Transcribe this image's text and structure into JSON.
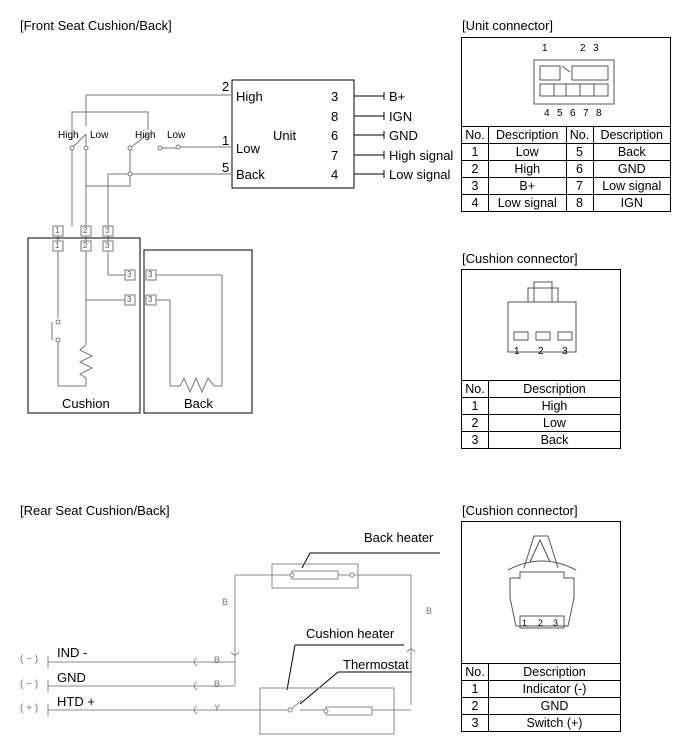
{
  "front": {
    "title": "[Front Seat Cushion/Back]",
    "unit": {
      "label": "Unit",
      "left_pins": [
        {
          "num": "2",
          "name": "High"
        },
        {
          "num": "1",
          "name": "Low"
        },
        {
          "num": "5",
          "name": "Back"
        }
      ],
      "right_pins": [
        {
          "num": "3",
          "signal": "B+"
        },
        {
          "num": "8",
          "signal": "IGN"
        },
        {
          "num": "6",
          "signal": "GND"
        },
        {
          "num": "7",
          "signal": "High signal"
        },
        {
          "num": "4",
          "signal": "Low signal"
        }
      ]
    },
    "switches": [
      {
        "high": "High",
        "low": "Low"
      },
      {
        "high": "High",
        "low": "Low"
      }
    ],
    "terminals": [
      "1",
      "2",
      "3"
    ],
    "cushion_label": "Cushion",
    "back_label": "Back"
  },
  "unit_connector": {
    "title": "[Unit connector]",
    "pin_top": [
      "1",
      "2",
      "3"
    ],
    "pin_bottom": [
      "4",
      "5",
      "6",
      "7",
      "8"
    ],
    "headers": [
      "No.",
      "Description",
      "No.",
      "Description"
    ],
    "rows": [
      [
        "1",
        "Low",
        "5",
        "Back"
      ],
      [
        "2",
        "High",
        "6",
        "GND"
      ],
      [
        "3",
        "B+",
        "7",
        "Low signal"
      ],
      [
        "4",
        "Low signal",
        "8",
        "IGN"
      ]
    ]
  },
  "cushion_connector_front": {
    "title": "[Cushion connector]",
    "pins": [
      "1",
      "2",
      "3"
    ],
    "headers": [
      "No.",
      "Description"
    ],
    "rows": [
      [
        "1",
        "High"
      ],
      [
        "2",
        "Low"
      ],
      [
        "3",
        "Back"
      ]
    ]
  },
  "rear": {
    "title": "[Rear Seat Cushion/Back]",
    "back_heater": "Back heater",
    "cushion_heater": "Cushion heater",
    "thermostat": "Thermostat",
    "wires": [
      {
        "polarity": "( − )",
        "name": "IND -",
        "color": "B"
      },
      {
        "polarity": "( − )",
        "name": "GND",
        "color": "B"
      },
      {
        "polarity": "( + )",
        "name": "HTD +",
        "color": "Y"
      }
    ],
    "wire_color_back": "B"
  },
  "cushion_connector_rear": {
    "title": "[Cushion connector]",
    "pins": [
      "1",
      "2",
      "3"
    ],
    "headers": [
      "No.",
      "Description"
    ],
    "rows": [
      [
        "1",
        "Indicator (-)"
      ],
      [
        "2",
        "GND"
      ],
      [
        "3",
        "Switch (+)"
      ]
    ]
  }
}
